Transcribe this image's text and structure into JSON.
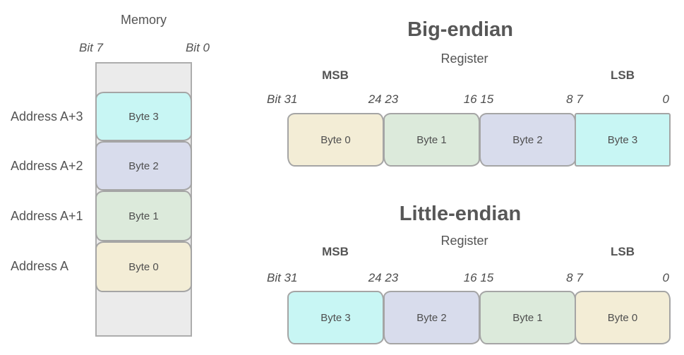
{
  "colors": {
    "byte0": "#f3edd6",
    "byte1": "#dceadb",
    "byte2": "#d8dcec",
    "byte3": "#c8f6f4",
    "empty": "#ebebeb",
    "border": "#a5a5a5",
    "text": "#545454"
  },
  "memory": {
    "title": "Memory",
    "bit_left": "Bit 7",
    "bit_right": "Bit 0",
    "rows": [
      {
        "address": "Address A+3",
        "byte": "Byte 3"
      },
      {
        "address": "Address A+2",
        "byte": "Byte 2"
      },
      {
        "address": "Address A+1",
        "byte": "Byte 1"
      },
      {
        "address": "Address A",
        "byte": "Byte 0"
      }
    ]
  },
  "big_endian": {
    "title": "Big-endian",
    "subtitle": "Register",
    "msb_label": "MSB",
    "lsb_label": "LSB",
    "bit_labels": [
      "Bit 31",
      "24 23",
      "16 15",
      "8 7",
      "0"
    ],
    "cells": [
      "Byte 0",
      "Byte 1",
      "Byte 2",
      "Byte 3"
    ]
  },
  "little_endian": {
    "title": "Little-endian",
    "subtitle": "Register",
    "msb_label": "MSB",
    "lsb_label": "LSB",
    "bit_labels": [
      "Bit 31",
      "24 23",
      "16 15",
      "8 7",
      "0"
    ],
    "cells": [
      "Byte 3",
      "Byte 2",
      "Byte 1",
      "Byte 0"
    ]
  }
}
